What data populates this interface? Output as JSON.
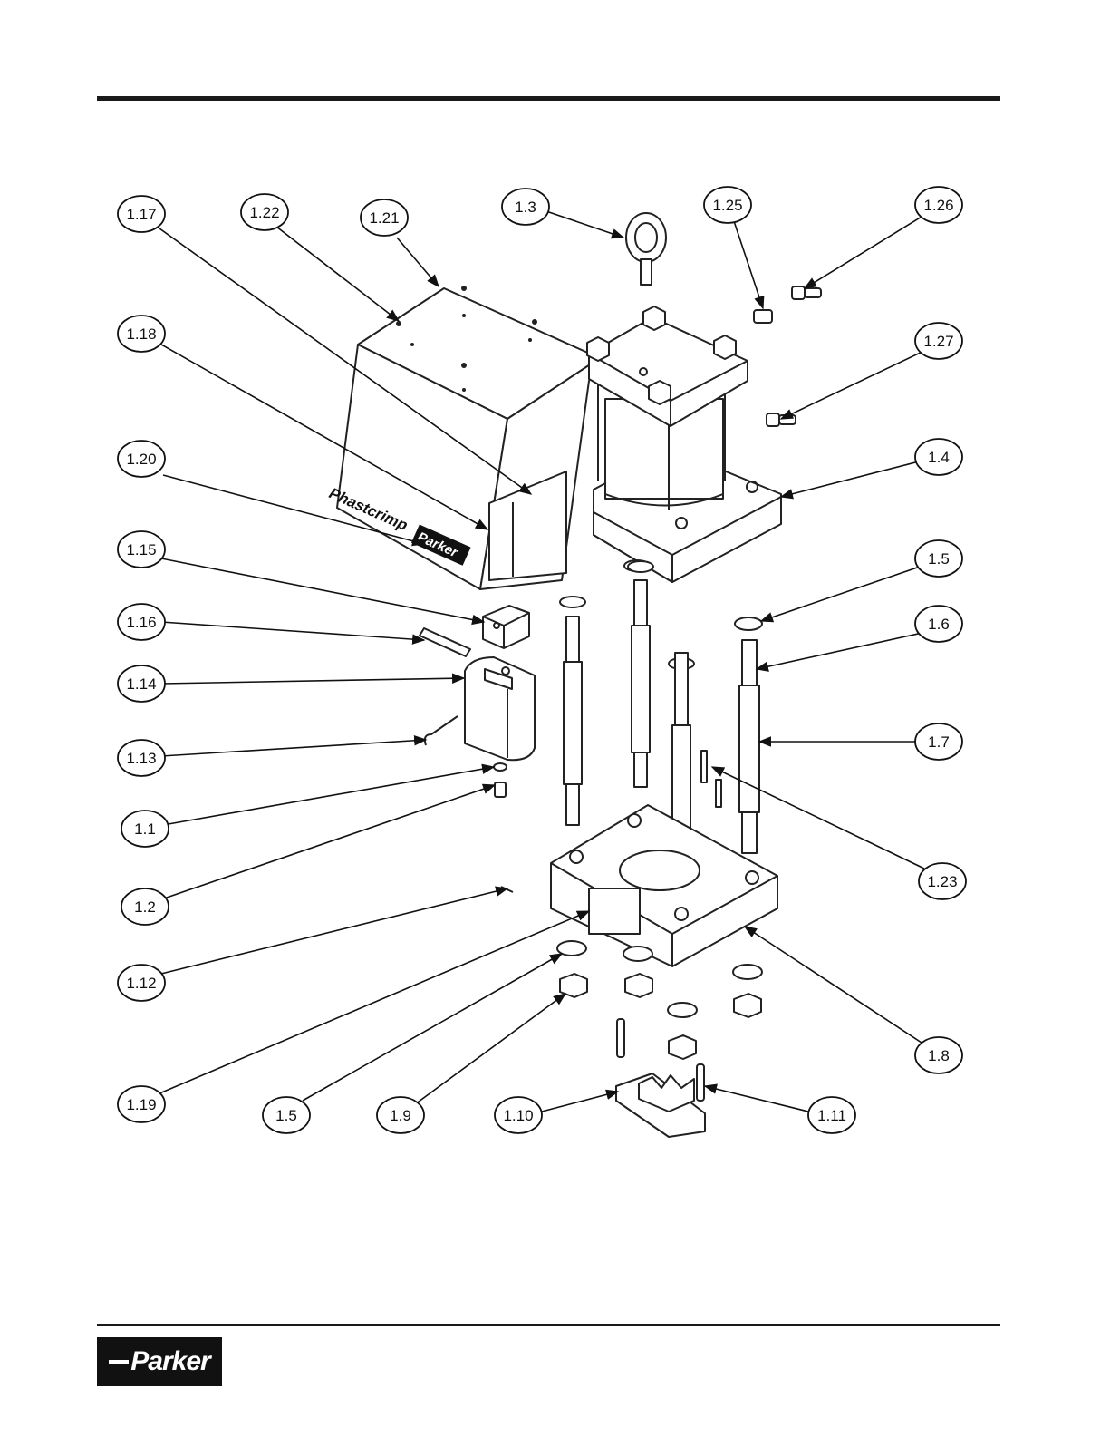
{
  "callouts": [
    {
      "id": "c-1-17",
      "label": "1.17"
    },
    {
      "id": "c-1-22",
      "label": "1.22"
    },
    {
      "id": "c-1-21",
      "label": "1.21"
    },
    {
      "id": "c-1-3",
      "label": "1.3"
    },
    {
      "id": "c-1-25",
      "label": "1.25"
    },
    {
      "id": "c-1-26",
      "label": "1.26"
    },
    {
      "id": "c-1-18",
      "label": "1.18"
    },
    {
      "id": "c-1-27",
      "label": "1.27"
    },
    {
      "id": "c-1-20",
      "label": "1.20"
    },
    {
      "id": "c-1-4",
      "label": "1.4"
    },
    {
      "id": "c-1-15",
      "label": "1.15"
    },
    {
      "id": "c-1-5a",
      "label": "1.5"
    },
    {
      "id": "c-1-16",
      "label": "1.16"
    },
    {
      "id": "c-1-6",
      "label": "1.6"
    },
    {
      "id": "c-1-14",
      "label": "1.14"
    },
    {
      "id": "c-1-13",
      "label": "1.13"
    },
    {
      "id": "c-1-7",
      "label": "1.7"
    },
    {
      "id": "c-1-1",
      "label": "1.1"
    },
    {
      "id": "c-1-23",
      "label": "1.23"
    },
    {
      "id": "c-1-2",
      "label": "1.2"
    },
    {
      "id": "c-1-12",
      "label": "1.12"
    },
    {
      "id": "c-1-8",
      "label": "1.8"
    },
    {
      "id": "c-1-19",
      "label": "1.19"
    },
    {
      "id": "c-1-5b",
      "label": "1.5"
    },
    {
      "id": "c-1-9",
      "label": "1.9"
    },
    {
      "id": "c-1-10",
      "label": "1.10"
    },
    {
      "id": "c-1-11",
      "label": "1.11"
    }
  ],
  "housing": {
    "product_mark": "Phastcrimp",
    "brand_mark": "Parker"
  },
  "footer": {
    "logo_text": "Parker"
  }
}
